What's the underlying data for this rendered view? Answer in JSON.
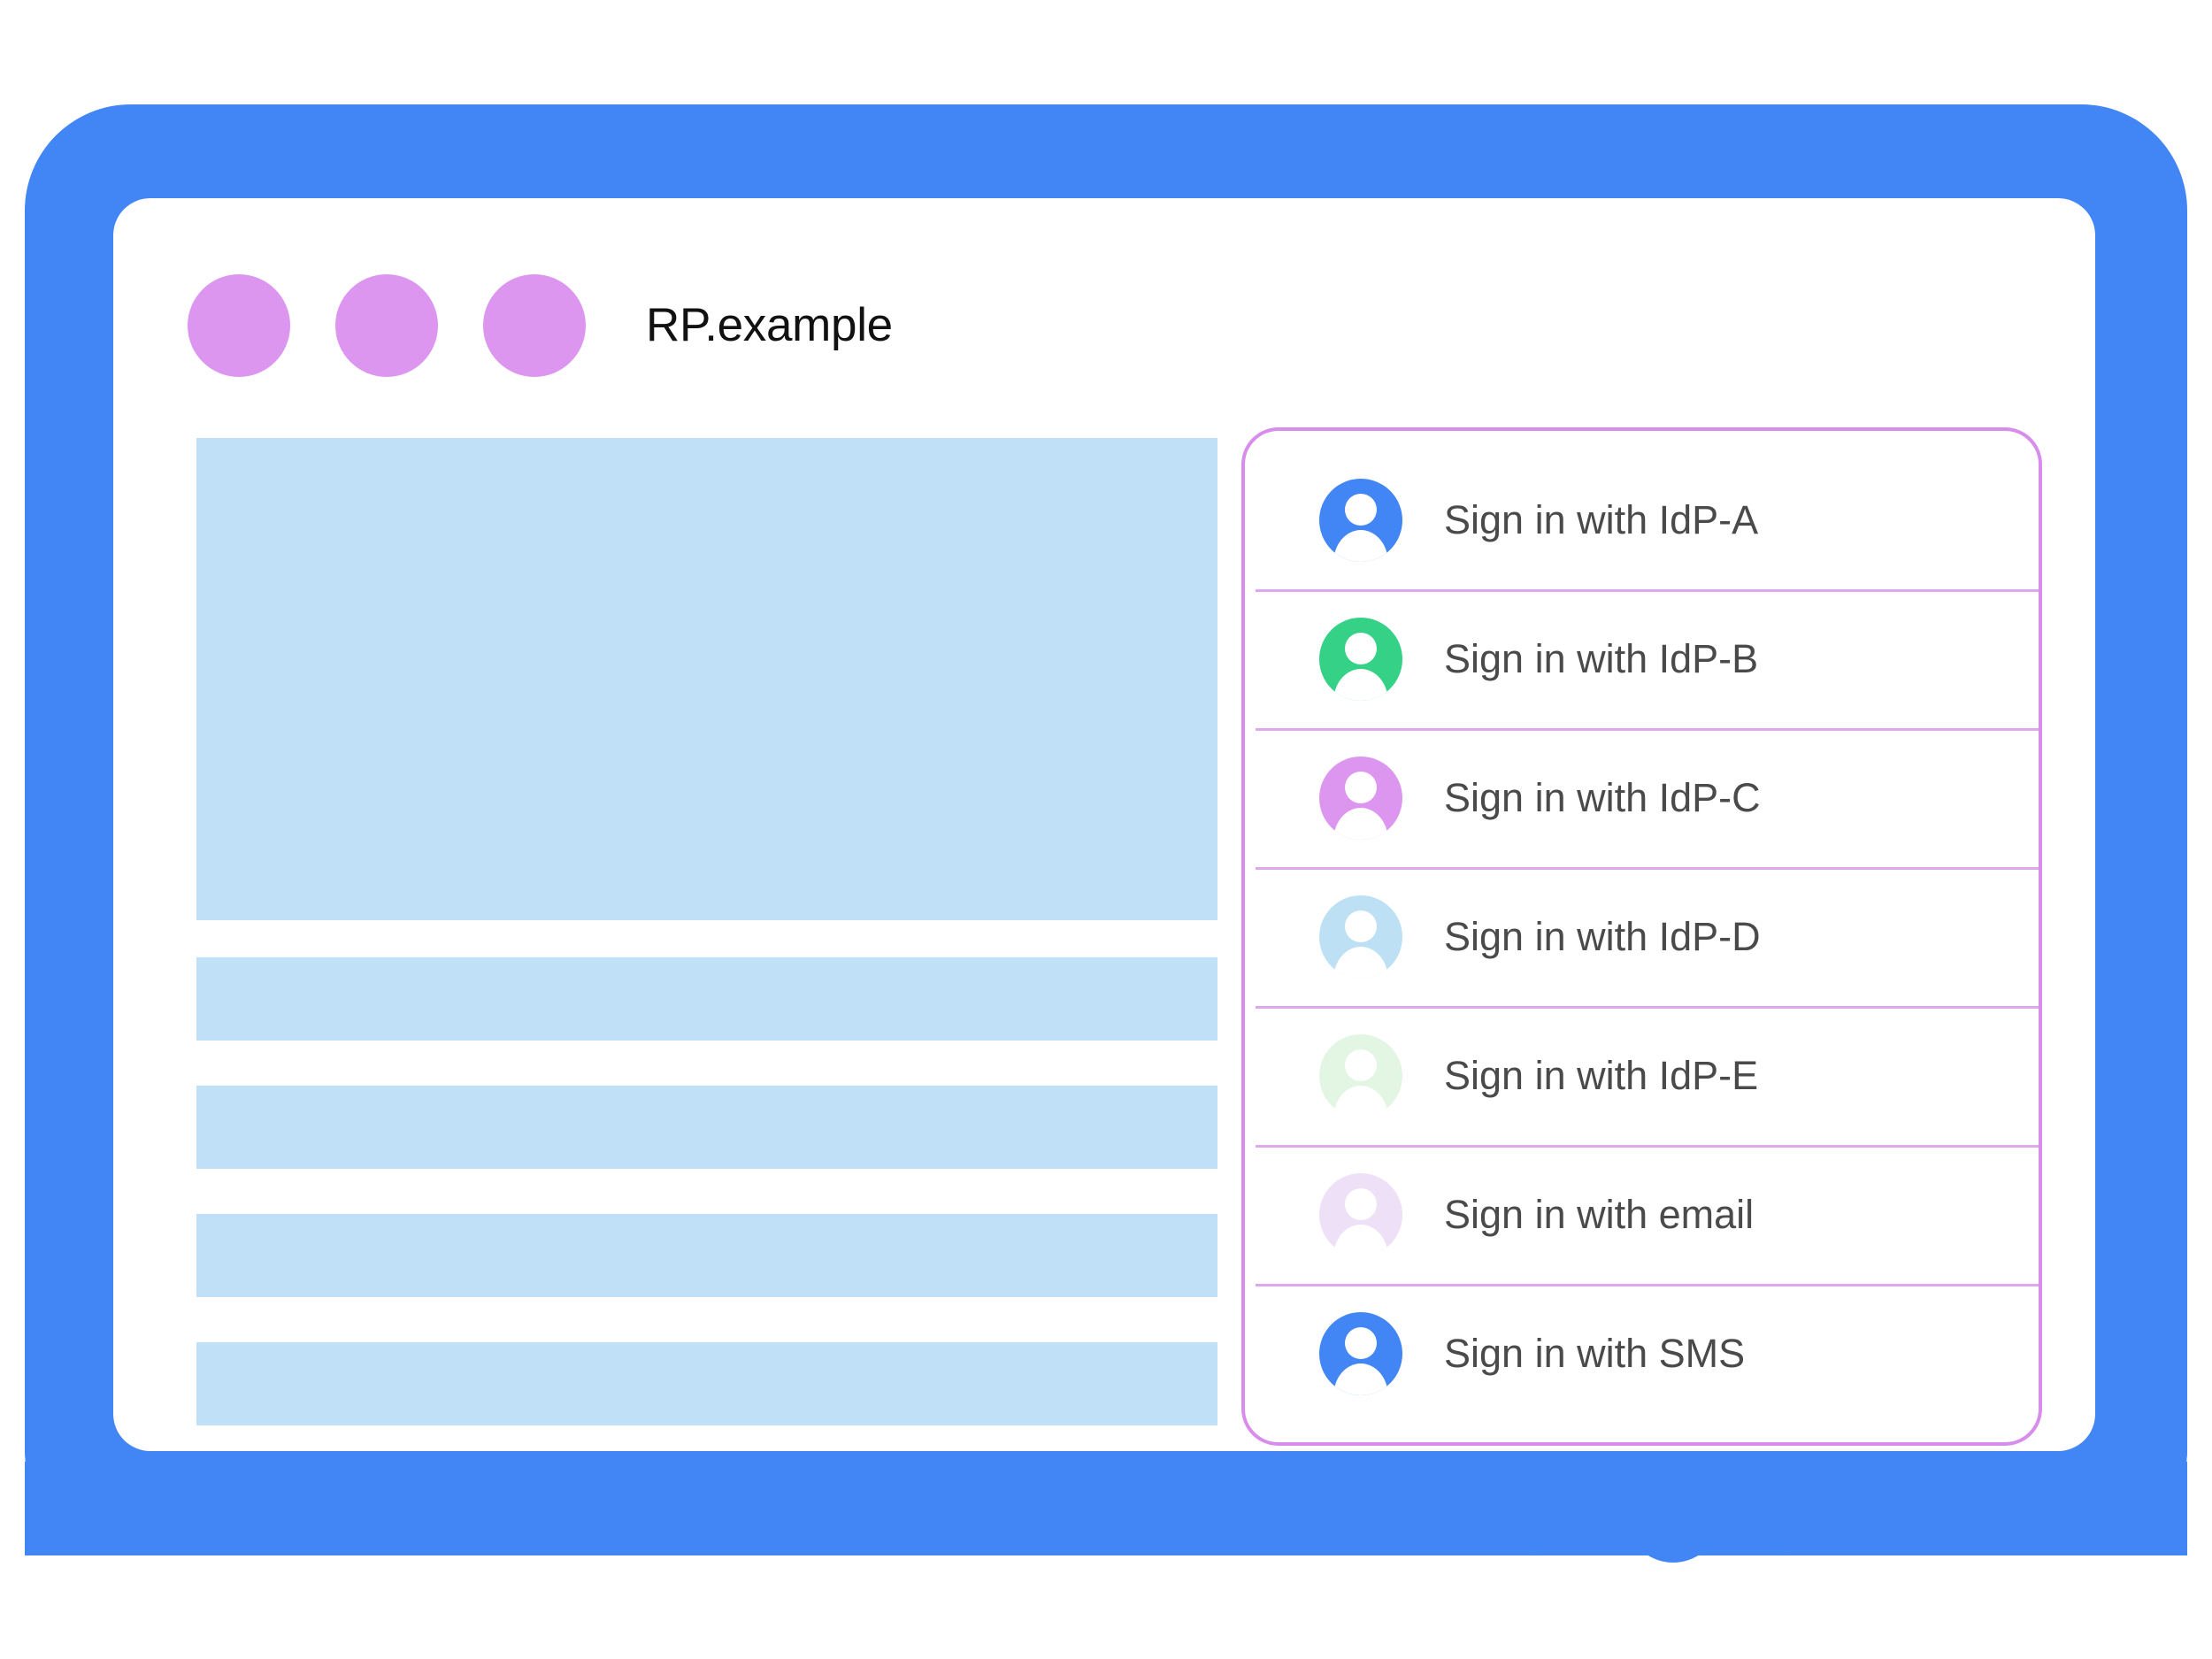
{
  "window": {
    "title": "RP.example",
    "traffic_dots": [
      "dot-1",
      "dot-2",
      "dot-3"
    ],
    "dot_color": "#dd96f0"
  },
  "theme": {
    "frame_blue": "#4285f4",
    "placeholder_blue": "#bfe0f6",
    "card_border_purple": "#d88ceb",
    "divider_purple": "#dfa8ee",
    "label_gray": "#4a4a4a"
  },
  "content_placeholders": [
    {
      "name": "hero-block",
      "kind": "hero"
    },
    {
      "name": "text-bar-1",
      "kind": "bar"
    },
    {
      "name": "text-bar-2",
      "kind": "bar"
    },
    {
      "name": "text-bar-3",
      "kind": "bar"
    },
    {
      "name": "text-bar-4",
      "kind": "bar"
    }
  ],
  "signin_card": {
    "items": [
      {
        "label": "Sign in with IdP-A",
        "avatar_color": "#4285f4",
        "icon": "account-avatar-icon"
      },
      {
        "label": "Sign in with IdP-B",
        "avatar_color": "#34d186",
        "icon": "account-avatar-icon"
      },
      {
        "label": "Sign in with IdP-C",
        "avatar_color": "#dd96f0",
        "icon": "account-avatar-icon"
      },
      {
        "label": "Sign in with IdP-D",
        "avatar_color": "#bde0f5",
        "icon": "account-avatar-icon"
      },
      {
        "label": "Sign in with IdP-E",
        "avatar_color": "#e2f6e3",
        "icon": "account-avatar-icon"
      },
      {
        "label": "Sign in with email",
        "avatar_color": "#eee0f6",
        "icon": "account-avatar-icon"
      },
      {
        "label": "Sign in with SMS",
        "avatar_color": "#4285f4",
        "icon": "account-avatar-icon"
      }
    ]
  },
  "device": {
    "home_button": "home-button"
  }
}
